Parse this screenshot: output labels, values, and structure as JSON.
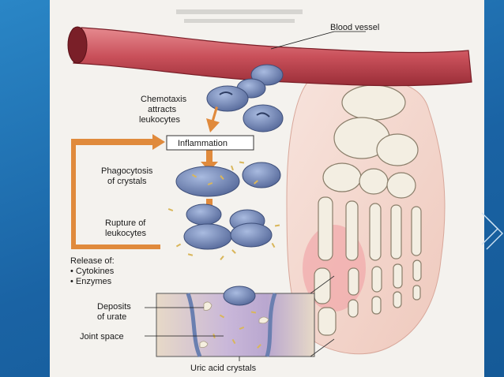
{
  "labels": {
    "blood_vessel": "Blood vessel",
    "chemotaxis": [
      "Chemotaxis",
      "attracts",
      "leukocytes"
    ],
    "inflammation": "Inflammation",
    "phagocytosis": [
      "Phagocytosis",
      "of crystals"
    ],
    "rupture": [
      "Rupture of",
      "leukocytes"
    ],
    "release_title": "Release of:",
    "release_items": [
      "• Cytokines",
      "• Enzymes"
    ],
    "deposits": [
      "Deposits",
      "of urate"
    ],
    "joint_space": "Joint space",
    "uric_acid": "Uric acid crystals"
  },
  "colors": {
    "background": "#1a63a4",
    "vessel": "#c9505a",
    "arrow": "#e08a3c",
    "leukocyte": "#6f86b6"
  }
}
